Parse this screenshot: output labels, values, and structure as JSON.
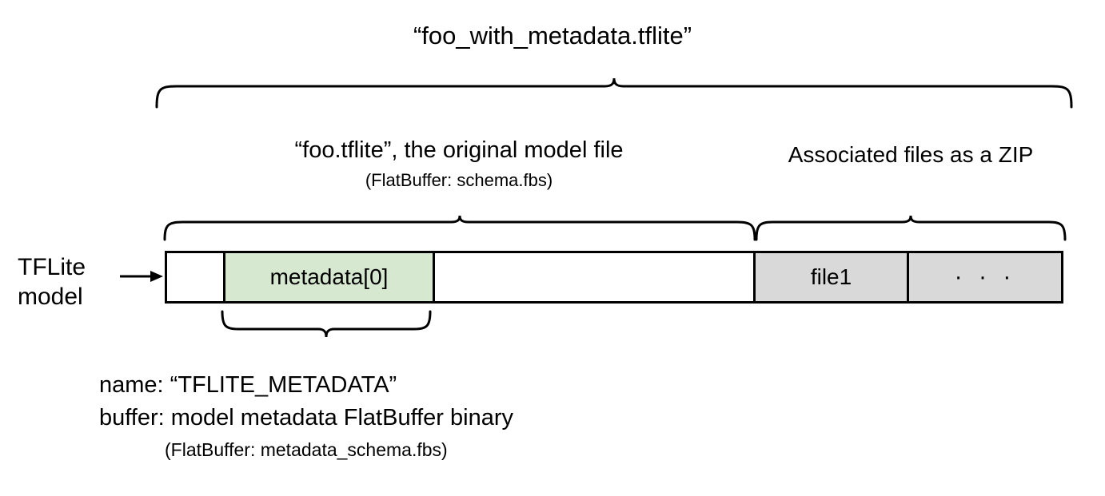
{
  "diagram": {
    "title": "“foo_with_metadata.tflite”",
    "left_label": "TFLite\nmodel",
    "arrow_icon": "right-arrow-icon",
    "groups": {
      "model_file": {
        "label": "“foo.tflite”, the original model file",
        "sublabel": "(FlatBuffer: schema.fbs)"
      },
      "zip": {
        "label": "Associated files as a ZIP"
      }
    },
    "bar": {
      "cells": [
        {
          "name": "head",
          "text": "",
          "fill": "#ffffff"
        },
        {
          "name": "metadata",
          "text": "metadata[0]",
          "fill": "#d6e8d0"
        },
        {
          "name": "body",
          "text": "",
          "fill": "#ffffff"
        },
        {
          "name": "file1",
          "text": "file1",
          "fill": "#d9d9d9"
        },
        {
          "name": "more",
          "text": "· · ·",
          "fill": "#d9d9d9"
        }
      ]
    },
    "annotation": {
      "name_line": "name: “TFLITE_METADATA”",
      "buffer_line": "buffer: model metadata FlatBuffer binary",
      "schema_line": "(FlatBuffer: metadata_schema.fbs)"
    },
    "colors": {
      "metadata_fill": "#d6e8d0",
      "zip_fill": "#d9d9d9",
      "stroke": "#000000",
      "background": "#ffffff"
    }
  }
}
